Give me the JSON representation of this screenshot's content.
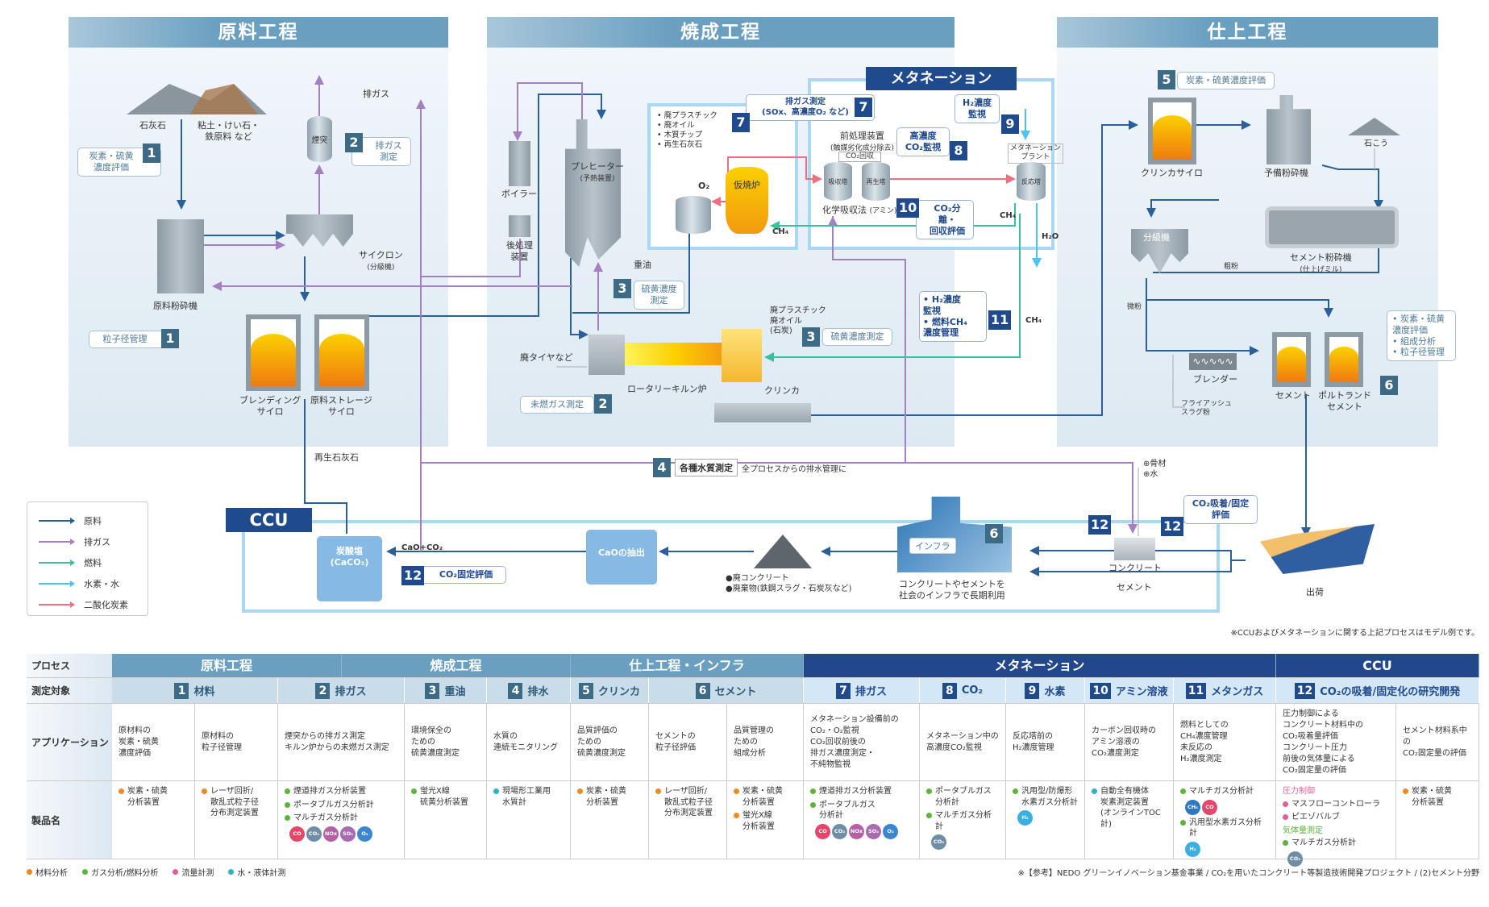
{
  "panels": {
    "raw": "原料工程",
    "firing": "焼成工程",
    "finish": "仕上工程",
    "methanation": "メタネーション",
    "ccu": "CCU"
  },
  "raw": {
    "limestone": "石灰石",
    "clay": "粘土・けい石・\n鉄原料 など",
    "exhaust": "排ガス",
    "chimney": "煙突",
    "crusher": "原料粉砕機",
    "cyclone": "サイクロン",
    "cyclone_sub": "(分級機)",
    "blend_silo": "ブレンディング\nサイロ",
    "storage_silo": "原料ストレージ\nサイロ",
    "recycled_limestone": "再生石灰石",
    "callout1a": {
      "num": "1",
      "text": "炭素・硫黄\n濃度評価"
    },
    "callout2": {
      "num": "2",
      "text": "排ガス\n測定"
    },
    "callout1b": {
      "num": "1",
      "text": "粒子径管理"
    }
  },
  "firing": {
    "boiler": "ボイラー",
    "post": "後処理\n装置",
    "preheater": "プレヒーター",
    "preheater_sub": "(予熱装置)",
    "heavy_oil": "重油",
    "fuels": "• 廃プラスチック\n• 廃オイル\n• 木質チップ\n• 再生石灰石",
    "o2": "O₂",
    "calciner": "仮焼炉",
    "ch4": "CH₄",
    "kiln": "ロータリーキルン炉",
    "tires": "廃タイヤなど",
    "clinker": "クリンカ",
    "kiln_fuels": "廃プラスチック\n廃オイル\n(石炭)",
    "callout3a": {
      "num": "3",
      "text": "硫黄濃度\n測定"
    },
    "callout2": {
      "num": "2",
      "text": "未燃ガス測定"
    },
    "callout3b": {
      "num": "3",
      "text": "硫黄濃度測定"
    },
    "callout7": {
      "num": "7",
      "text": "排ガス測定\n(SOx、高濃度O₂ など)"
    },
    "callout4": {
      "num": "4",
      "title": "各種水質測定",
      "text": "全プロセスからの排水管理に"
    }
  },
  "methanation": {
    "pretreat": "前処理装置",
    "pretreat_sub": "(触媒劣化成分除去)",
    "co2_recovery": "CO₂回収",
    "absorber": "吸収塔",
    "regenerator": "再生塔",
    "chem": "化学吸収法",
    "chem_sub": "(アミン)",
    "plant": "メタネーション\nプラント",
    "reactor": "反応塔",
    "ch4": "CH₄",
    "h2o": "H₂O",
    "ch4_b": "CH₄",
    "callout8": {
      "num": "8",
      "text": "高濃度\nCO₂監視"
    },
    "callout9": {
      "num": "9",
      "text": "H₂濃度\n監視"
    },
    "callout10": {
      "num": "10",
      "text": "CO₂分離・\n回収評価"
    },
    "callout11": {
      "num": "11",
      "text": "• H₂濃度\n  監視\n• 燃料CH₄\n  濃度管理"
    }
  },
  "finish": {
    "clinker_silo": "クリンカサイロ",
    "pre_crusher": "予備粉砕機",
    "gypsum": "石こう",
    "classifier": "分級機",
    "mill": "セメント粉砕機",
    "mill_sub": "(仕上げミル)",
    "coarse": "粗粉",
    "fine": "微粉",
    "blender": "ブレンダー",
    "flyash": "フライアッシュ\nスラグ粉",
    "cement": "セメント",
    "portland": "ポルトランド\nセメント",
    "callout5": {
      "num": "5",
      "text": "炭素・硫黄濃度評価"
    },
    "callout6": {
      "num": "6",
      "text": "• 炭素・硫黄\n  濃度評価\n• 組成分析\n• 粒子径管理"
    }
  },
  "ccu": {
    "carbonate": "炭酸塩\n(CaCO₃)",
    "cao_co2": "CaO+CO₂",
    "callout12": {
      "num": "12",
      "text": "CO₂固定評価"
    },
    "cao_extract": "CaOの抽出",
    "waste": "●廃コンクリート\n●廃棄物(鉄鋼スラグ・石炭灰など)",
    "infra": "インフラ",
    "infra_num": "6",
    "infra_text": "コンクリートやセメントを\n社会のインフラで長期利用",
    "concrete": "コンクリート",
    "cement": "セメント",
    "additives": "⊕骨材\n⊕水",
    "badge12a": "12",
    "badge12b": "12",
    "adsorb": "CO₂吸着/固定\n評価",
    "ship": "出荷",
    "note": "※CCUおよびメタネーションに関する上記プロセスはモデル例です。"
  },
  "legend": [
    {
      "label": "原料",
      "color": "#2a5f98"
    },
    {
      "label": "排ガス",
      "color": "#a47fc2"
    },
    {
      "label": "燃料",
      "color": "#3cbf9c"
    },
    {
      "label": "水素・水",
      "color": "#4cc4ef"
    },
    {
      "label": "二酸化炭素",
      "color": "#ee7080"
    }
  ],
  "table": {
    "row_labels": [
      "プロセス",
      "測定対象",
      "アプリケーション",
      "製品名"
    ],
    "processes": [
      {
        "label": "原料工程",
        "color": "#6a9fc0"
      },
      {
        "label": "焼成工程",
        "color": "#6a9fc0"
      },
      {
        "label": "仕上工程・インフラ",
        "color": "#6a9fc0"
      },
      {
        "label": "メタネーション",
        "color": "#22478a"
      },
      {
        "label": "CCU",
        "color": "#22478a"
      }
    ],
    "targets": [
      {
        "num": "1",
        "label": "材料"
      },
      {
        "num": "2",
        "label": "排ガス"
      },
      {
        "num": "3",
        "label": "重油"
      },
      {
        "num": "4",
        "label": "排水"
      },
      {
        "num": "5",
        "label": "クリンカ"
      },
      {
        "num": "6",
        "label": "セメント"
      },
      {
        "num": "7",
        "label": "排ガス"
      },
      {
        "num": "8",
        "label": "CO₂"
      },
      {
        "num": "9",
        "label": "水素"
      },
      {
        "num": "10",
        "label": "アミン溶液"
      },
      {
        "num": "11",
        "label": "メタンガス"
      },
      {
        "num": "12",
        "label": "CO₂の吸着/固定化の研究開発"
      }
    ],
    "applications": [
      "原材料の\n炭素・硫黄\n濃度評価",
      "原材料の\n粒子径管理",
      "煙突からの排ガス測定\nキルン炉からの未燃ガス測定",
      "環境保全の\nための\n硫黄濃度測定",
      "水質の\n連続モニタリング",
      "品質評価の\nための\n硫黄濃度測定",
      "セメントの\n粒子径評価",
      "品質管理の\nための\n組成分析",
      "メタネーション設備前の\nCO₂・O₂監視\nCO₂回収前後の\n排ガス濃度測定・\n不純物監視",
      "メタネーション中の\n高濃度CO₂監視",
      "反応塔前の\nH₂濃度管理",
      "カーボン回収時の\nアミン溶液の\nCO₂濃度測定",
      "燃料としての\nCH₄濃度管理\n未反応の\nH₂濃度測定",
      "圧力制御による\nコンクリート材料中の\nCO₂吸着量評価\nコンクリート圧力\n前後の気体量による\nCO₂固定量の評価",
      "セメント材料系中の\nCO₂固定量の評価"
    ],
    "products": [
      [
        {
          "c": "material",
          "t": "炭素・硫黄\n分析装置"
        }
      ],
      [
        {
          "c": "material",
          "t": "レーザ回折/\n散乱式粒子径\n分布測定装置"
        }
      ],
      [
        {
          "c": "gas",
          "t": "煙道排ガス分析装置"
        },
        {
          "c": "gas",
          "t": "ポータブルガス分析計"
        },
        {
          "c": "gas",
          "t": "マルチガス分析計"
        },
        {
          "chips": [
            "CO",
            "CO₂",
            "NOx",
            "SO₂",
            "O₂"
          ]
        }
      ],
      [
        {
          "c": "gas",
          "t": "蛍光X線\n硫黄分析装置"
        }
      ],
      [
        {
          "c": "water",
          "t": "現場形工業用\n水質計"
        }
      ],
      [
        {
          "c": "material",
          "t": "炭素・硫黄\n分析装置"
        }
      ],
      [
        {
          "c": "material",
          "t": "レーザ回折/\n散乱式粒子径\n分布測定装置"
        }
      ],
      [
        {
          "c": "material",
          "t": "炭素・硫黄\n分析装置"
        },
        {
          "c": "material",
          "t": "蛍光X線\n分析装置"
        }
      ],
      [
        {
          "c": "gas",
          "t": "煙道排ガス分析装置"
        },
        {
          "c": "gas",
          "t": "ポータブルガス\n分析計"
        },
        {
          "chips": [
            "CO",
            "CO₂",
            "NOx",
            "SO₂",
            "O₂"
          ]
        }
      ],
      [
        {
          "c": "gas",
          "t": "ポータブルガス\n分析計"
        },
        {
          "c": "gas",
          "t": "マルチガス分析計"
        },
        {
          "chips": [
            "CO₂"
          ]
        }
      ],
      [
        {
          "c": "gas",
          "t": "汎用型/防爆形\n水素ガス分析計"
        },
        {
          "chips": [
            "H₂"
          ]
        }
      ],
      [
        {
          "c": "water",
          "t": "自動全有機体\n炭素測定装置\n(オンラインTOC計)"
        }
      ],
      [
        {
          "c": "gas",
          "t": "マルチガス分析計"
        },
        {
          "chips": [
            "CH₄",
            "CO"
          ]
        },
        {
          "c": "gas",
          "t": "汎用型水素ガス分析計"
        },
        {
          "chips": [
            "H₂"
          ]
        }
      ],
      [
        {
          "h": "flow",
          "t": "圧力制御"
        },
        {
          "c": "flow",
          "t": "マスフローコントローラ"
        },
        {
          "c": "flow",
          "t": "ピエゾバルブ"
        },
        {
          "h": "gas",
          "t": "気体量測定"
        },
        {
          "c": "gas",
          "t": "マルチガス分析計"
        },
        {
          "chips": [
            "CO₂"
          ]
        }
      ],
      [
        {
          "c": "material",
          "t": "炭素・硫黄\n分析装置"
        }
      ]
    ]
  },
  "categories": {
    "material": {
      "label": "材料分析",
      "color": "#f08a1e"
    },
    "gas": {
      "label": "ガス分析/燃料分析",
      "color": "#5bb53a"
    },
    "flow": {
      "label": "流量計測",
      "color": "#e0609a"
    },
    "water": {
      "label": "水・液体計測",
      "color": "#2bb5c0"
    }
  },
  "chip_colors": {
    "CO": "#e8456a",
    "CO₂": "#6f8ea6",
    "NOx": "#b55fa5",
    "SO₂": "#a86bb0",
    "O₂": "#3a86cf",
    "H₂": "#3bb0e0",
    "CH₄": "#2f78c0"
  },
  "reference": "※【参考】NEDO グリーンイノベーション基金事業 / CO₂を用いたコンクリート等製造技術開発プロジェクト / (2)セメント分野"
}
